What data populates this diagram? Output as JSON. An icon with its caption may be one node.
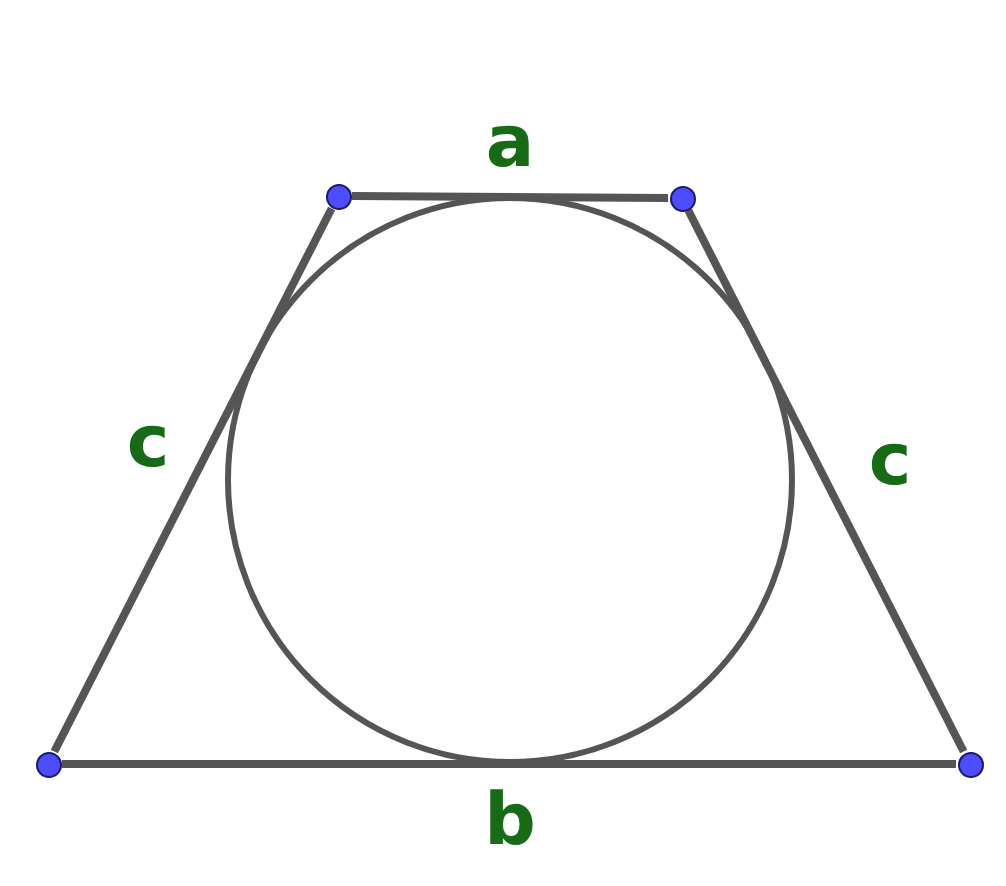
{
  "diagram": {
    "nodes": [
      {
        "text": [],
        "shape": "circle"
      },
      {
        "text": [],
        "shape": "circle"
      },
      {
        "text": [],
        "shape": "circle"
      },
      {
        "text": [],
        "shape": "circle"
      }
    ],
    "edges": [
      {
        "from": 0,
        "to": 1,
        "arrow": "none",
        "label": "a"
      },
      {
        "from": 1,
        "to": 3,
        "arrow": "none",
        "label": "c"
      },
      {
        "from": 2,
        "to": 3,
        "arrow": "none",
        "label": "b"
      },
      {
        "from": 0,
        "to": 2,
        "arrow": "none",
        "label": "c"
      }
    ]
  }
}
